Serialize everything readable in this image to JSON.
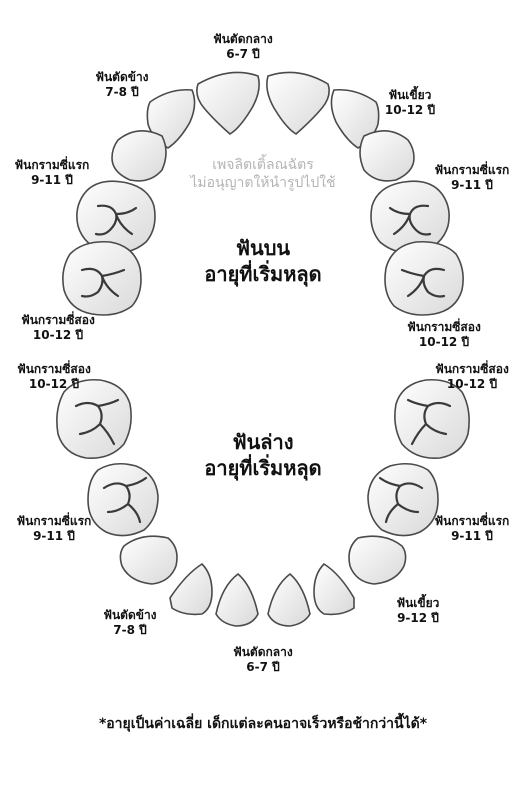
{
  "upper": {
    "title_line1": "ฟันบน",
    "title_line2": "อายุที่เริ่มหลุด",
    "central": {
      "name": "ฟันตัดกลาง",
      "age": "6-7 ปี"
    },
    "lateral": {
      "name": "ฟันตัดข้าง",
      "age": "7-8 ปี"
    },
    "canine": {
      "name": "ฟันเขี้ยว",
      "age": "10-12 ปี"
    },
    "first_molar_left": {
      "name": "ฟันกรามซี่แรก",
      "age": "9-11 ปี"
    },
    "first_molar_right": {
      "name": "ฟันกรามซี่แรก",
      "age": "9-11 ปี"
    },
    "second_molar_left": {
      "name": "ฟันกรามซี่สอง",
      "age": "10-12 ปี"
    },
    "second_molar_right": {
      "name": "ฟันกรามซี่สอง",
      "age": "10-12 ปี"
    }
  },
  "lower": {
    "title_line1": "ฟันล่าง",
    "title_line2": "อายุที่เริ่มหลุด",
    "central": {
      "name": "ฟันตัดกลาง",
      "age": "6-7 ปี"
    },
    "lateral": {
      "name": "ฟันตัดข้าง",
      "age": "7-8 ปี"
    },
    "canine": {
      "name": "ฟันเขี้ยว",
      "age": "9-12 ปี"
    },
    "first_molar_left": {
      "name": "ฟันกรามซี่แรก",
      "age": "9-11 ปี"
    },
    "first_molar_right": {
      "name": "ฟันกรามซี่แรก",
      "age": "9-11 ปี"
    },
    "second_molar_left": {
      "name": "ฟันกรามซี่สอง",
      "age": "10-12 ปี"
    },
    "second_molar_right": {
      "name": "ฟันกรามซี่สอง",
      "age": "10-12 ปี"
    }
  },
  "watermark": {
    "line1": "เพจลิตเติ้ลณฉัตร",
    "line2": "ไม่อนุญาตให้นำรูปไปใช้"
  },
  "footnote": "*อายุเป็นค่าเฉลี่ย เด็กแต่ละคนอาจเร็วหรือช้ากว่านี้ได้*",
  "colors": {
    "tooth_fill": "#f3f3f3",
    "tooth_outline": "#4a4a4a",
    "groove": "#3a3a3a",
    "watermark": "#b4b4b4"
  }
}
